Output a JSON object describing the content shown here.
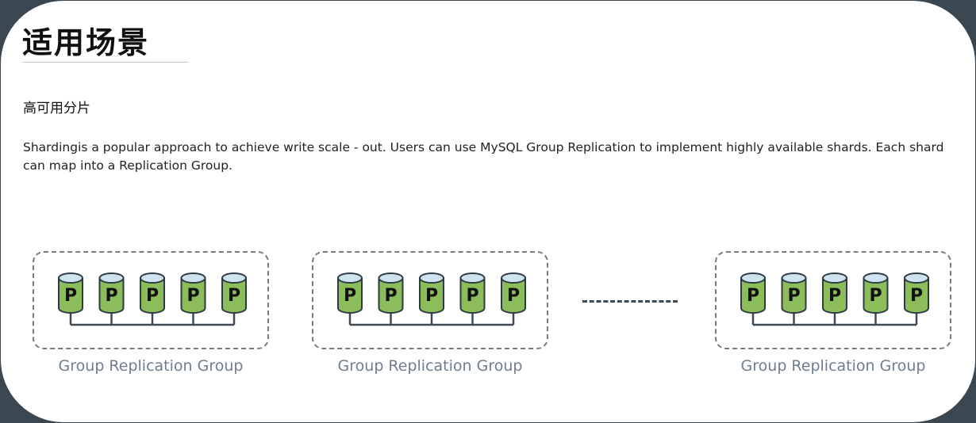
{
  "title": "适用场景",
  "subtitle": "高可用分片",
  "description": "Shardingis a popular approach to achieve write scale - out. Users can use MySQL Group Replication to implement highly available shards. Each shard can map into a Replication Group.",
  "groups": [
    {
      "label": "Group Replication Group",
      "node_label": "P",
      "node_count": 5
    },
    {
      "label": "Group Replication Group",
      "node_label": "P",
      "node_count": 5
    },
    {
      "label": "Group Replication Group",
      "node_label": "P",
      "node_count": 5
    }
  ],
  "colors": {
    "db_body": "#8cbd5a",
    "db_top": "#cfe3ee",
    "db_outline": "#2e3a44",
    "connector": "#3e4b56",
    "label": "#6e7e90"
  }
}
